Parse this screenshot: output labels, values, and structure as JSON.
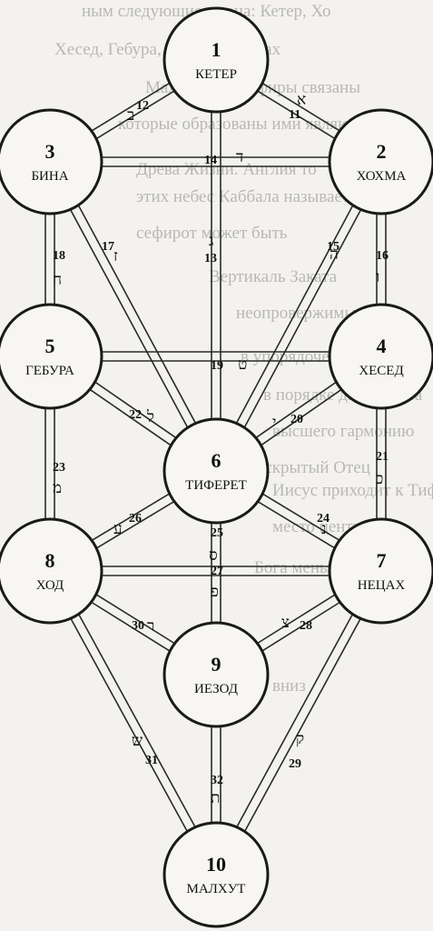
{
  "background_text": [
    "ным следующие имена: Кетер, Хо",
    "Хесед, Гебура, Тиферет, Нецах",
    "Малхут. Эти сефиры связаны",
    "которые образованы ими являются",
    "Древа Жизни. Англия то",
    "этих небес Каббала называет",
    "сефирот может быть",
    "Вертикаль Заката",
    "неопровержимые",
    "в упорядоченном",
    "в порядке дисбаланса",
    "высшего гармонию",
    "Иисус приходит к Тиферет",
    "как скрытый Отец",
    "место центра",
    "Бога меньше может подняться",
    "вниз"
  ],
  "nodes": [
    {
      "num": "1",
      "name": "КЕТЕР"
    },
    {
      "num": "2",
      "name": "ХОХМА"
    },
    {
      "num": "3",
      "name": "БИНА"
    },
    {
      "num": "4",
      "name": "ХЕСЕД"
    },
    {
      "num": "5",
      "name": "ГЕБУРА"
    },
    {
      "num": "6",
      "name": "ТИФЕРЕТ"
    },
    {
      "num": "7",
      "name": "НЕЦАХ"
    },
    {
      "num": "8",
      "name": "ХОД"
    },
    {
      "num": "9",
      "name": "ИЕЗОД"
    },
    {
      "num": "10",
      "name": "МАЛХУТ"
    }
  ],
  "paths": [
    {
      "num": "11",
      "letter": "א",
      "from": 1,
      "to": 2
    },
    {
      "num": "12",
      "letter": "ב",
      "from": 1,
      "to": 3
    },
    {
      "num": "13",
      "letter": "ג",
      "from": 1,
      "to": 6
    },
    {
      "num": "14",
      "letter": "ד",
      "from": 2,
      "to": 3
    },
    {
      "num": "15",
      "letter": "ה",
      "from": 2,
      "to": 6
    },
    {
      "num": "16",
      "letter": "ו",
      "from": 2,
      "to": 4
    },
    {
      "num": "17",
      "letter": "ז",
      "from": 3,
      "to": 6
    },
    {
      "num": "18",
      "letter": "ח",
      "from": 3,
      "to": 5
    },
    {
      "num": "19",
      "letter": "ט",
      "from": 4,
      "to": 5
    },
    {
      "num": "20",
      "letter": "י",
      "from": 4,
      "to": 6
    },
    {
      "num": "21",
      "letter": "כ",
      "from": 4,
      "to": 7
    },
    {
      "num": "22",
      "letter": "ל",
      "from": 5,
      "to": 6
    },
    {
      "num": "23",
      "letter": "מ",
      "from": 5,
      "to": 8
    },
    {
      "num": "24",
      "letter": "נ",
      "from": 6,
      "to": 7
    },
    {
      "num": "25",
      "letter": "ס",
      "from": 6,
      "to": 9
    },
    {
      "num": "26",
      "letter": "ע",
      "from": 6,
      "to": 8
    },
    {
      "num": "27",
      "letter": "פ",
      "from": 7,
      "to": 8
    },
    {
      "num": "28",
      "letter": "צ",
      "from": 7,
      "to": 9
    },
    {
      "num": "29",
      "letter": "ק",
      "from": 7,
      "to": 10
    },
    {
      "num": "30",
      "letter": "ר",
      "from": 8,
      "to": 9
    },
    {
      "num": "31",
      "letter": "ש",
      "from": 8,
      "to": 10
    },
    {
      "num": "32",
      "letter": "ת",
      "from": 9,
      "to": 10
    }
  ]
}
